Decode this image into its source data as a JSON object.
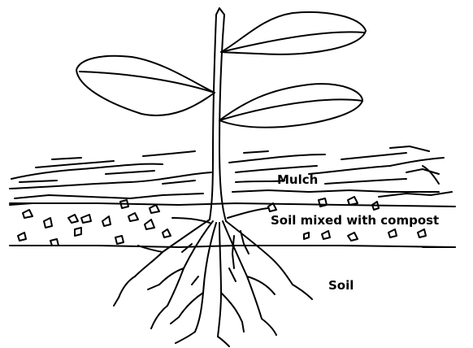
{
  "diagram": {
    "labels": {
      "mulch": "Mulch",
      "soil_compost": "Soil mixed with compost",
      "soil": "Soil"
    },
    "colors": {
      "line": "#000000",
      "background": "#ffffff"
    }
  }
}
